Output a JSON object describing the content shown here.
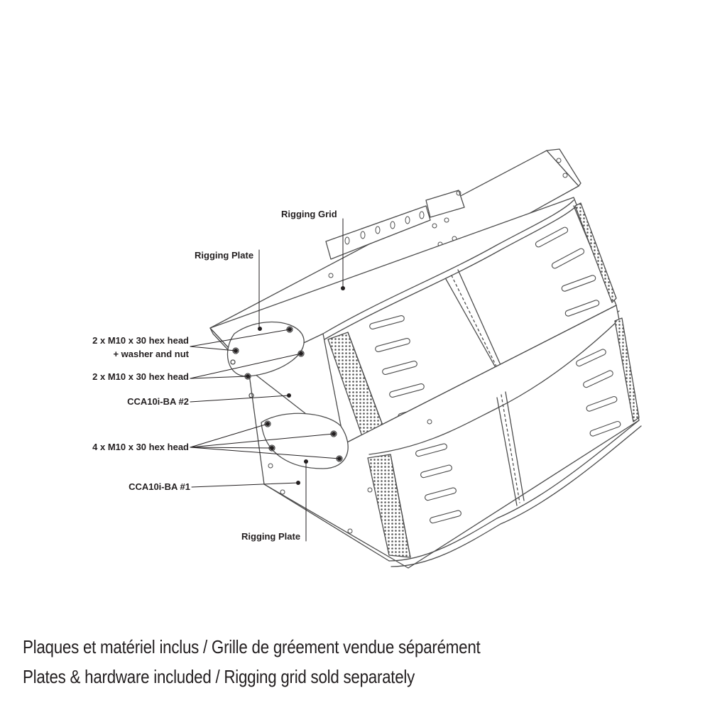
{
  "callouts": {
    "rigging_grid": "Rigging Grid",
    "rigging_plate_top": "Rigging Plate",
    "hardware_1_line1": "2 x M10 x 30  hex head",
    "hardware_1_line2": "+ washer and nut",
    "hardware_2": "2 x M10 x 30  hex head",
    "box_2": "CCA10i-BA #2",
    "hardware_3": "4 x M10 x 30  hex head",
    "box_1": "CCA10i-BA #1",
    "rigging_plate_bottom": "Rigging Plate"
  },
  "caption": {
    "french": "Plaques et matériel inclus / Grille de gréement vendue séparément",
    "english": "Plates & hardware included  / Rigging grid sold separately"
  },
  "colors": {
    "line": "#4d4d4d",
    "text": "#231f20",
    "background": "#ffffff"
  }
}
